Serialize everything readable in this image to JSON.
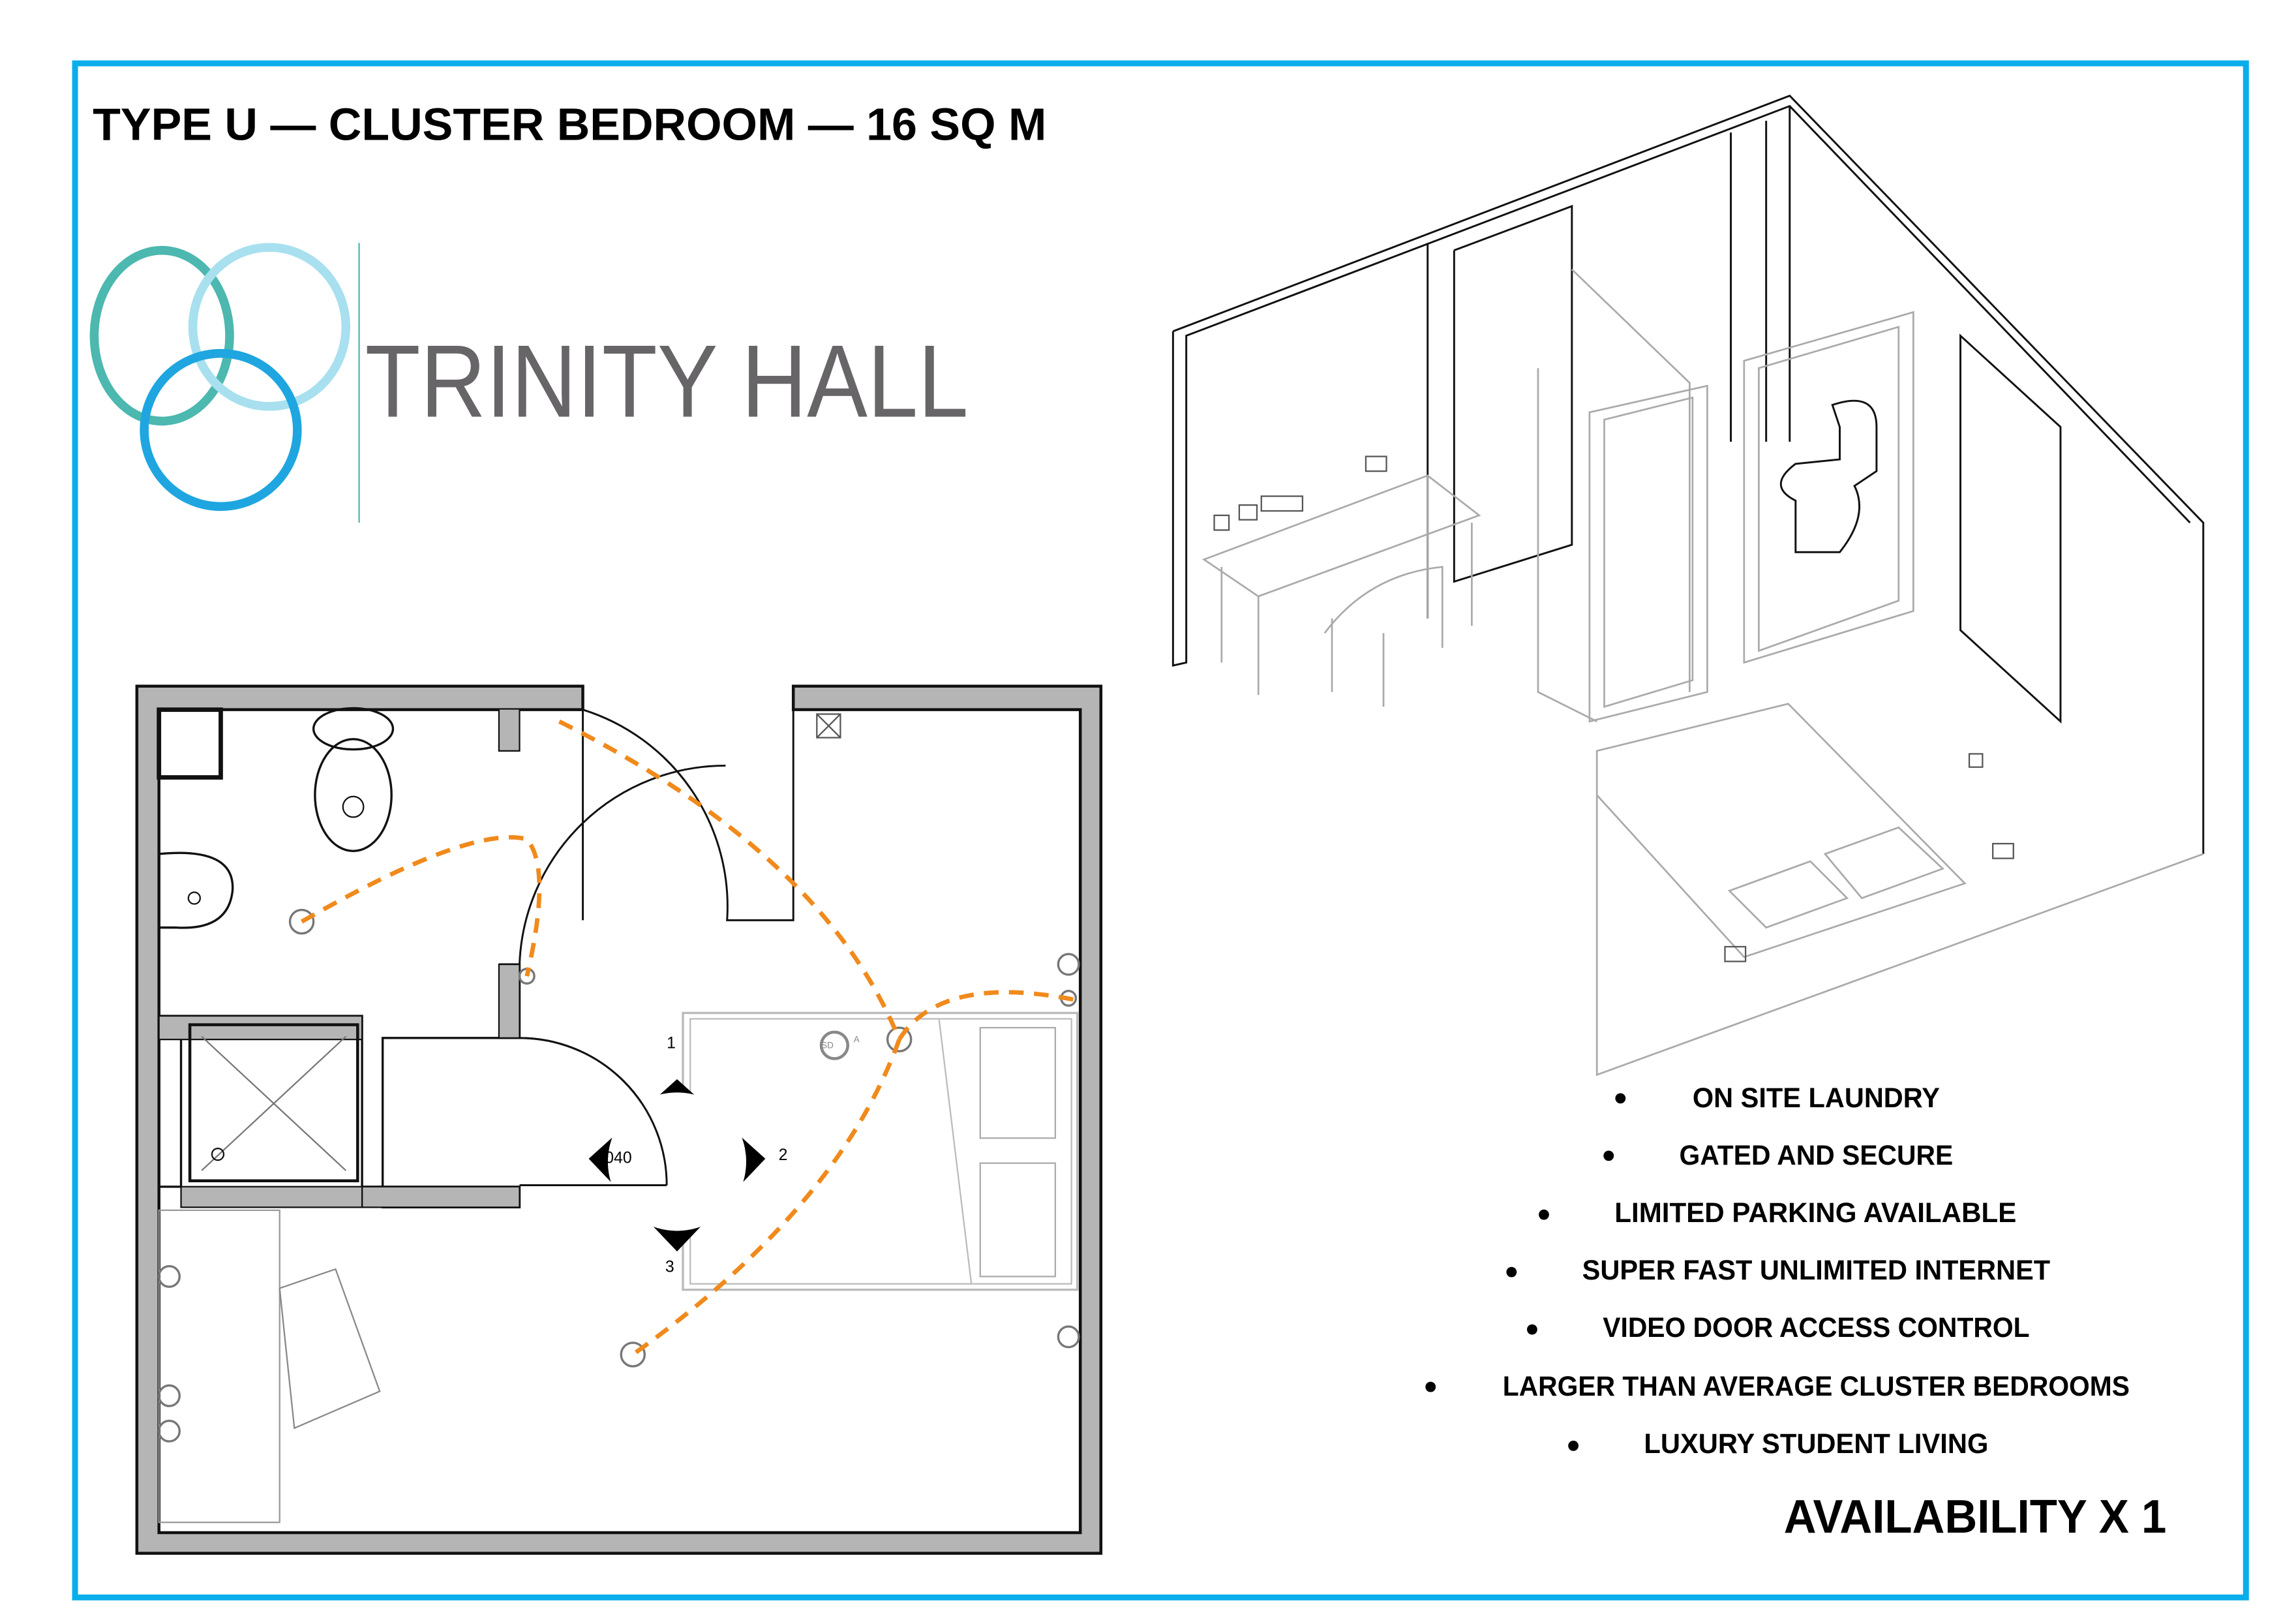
{
  "title": "TYPE U — CLUSTER BEDROOM — 16 SQ M",
  "brand": {
    "name": "TRINITY HALL",
    "colors": {
      "teal": "#4cb8b0",
      "light_blue": "#a8e0ef",
      "blue": "#1fa6e0",
      "text": "#676567"
    }
  },
  "frame_color": "#0aaeea",
  "floor_plan": {
    "labels": {
      "door_tag": "C040",
      "n1": "1",
      "n2": "2",
      "n3": "3",
      "smoke_detector": "SD",
      "sd_suffix": "A"
    },
    "wifi_path_color": "#f08a1c"
  },
  "features": [
    "ON SITE LAUNDRY",
    "GATED AND SECURE",
    "LIMITED PARKING AVAILABLE",
    "SUPER FAST UNLIMITED INTERNET",
    "VIDEO DOOR ACCESS CONTROL",
    "LARGER THAN AVERAGE CLUSTER BEDROOMS",
    "LUXURY STUDENT LIVING"
  ],
  "availability": "AVAILABILITY X 1"
}
